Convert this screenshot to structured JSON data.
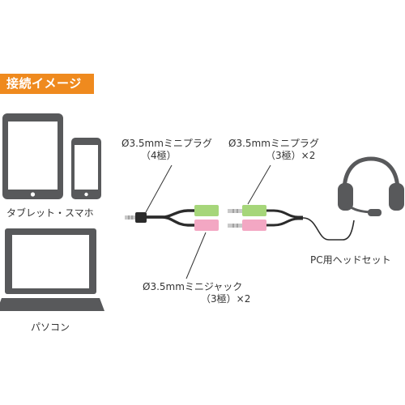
{
  "header": {
    "title": "接続イメージ",
    "accent_color": "#ef8a1e"
  },
  "devices": {
    "tablet_smartphone_label": "タブレット・スマホ",
    "pc_label": "パソコン",
    "headset_label": "PC用ヘッドセット"
  },
  "connectors": {
    "plug_4pole_line1": "Ø3.5mmミニプラグ",
    "plug_4pole_line2": "（4極）",
    "plug_3pole_line1": "Ø3.5mmミニプラグ",
    "plug_3pole_line2": "（3極）×2",
    "jack_3pole_line1": "Ø3.5mmミニジャック",
    "jack_3pole_line2": "（3極）×2"
  },
  "colors": {
    "device": "#58595b",
    "cable": "#2b2b2b",
    "mic_plug": "#a6d67a",
    "headphone_plug": "#f3a7c3",
    "metal": "#c9c9c9"
  }
}
